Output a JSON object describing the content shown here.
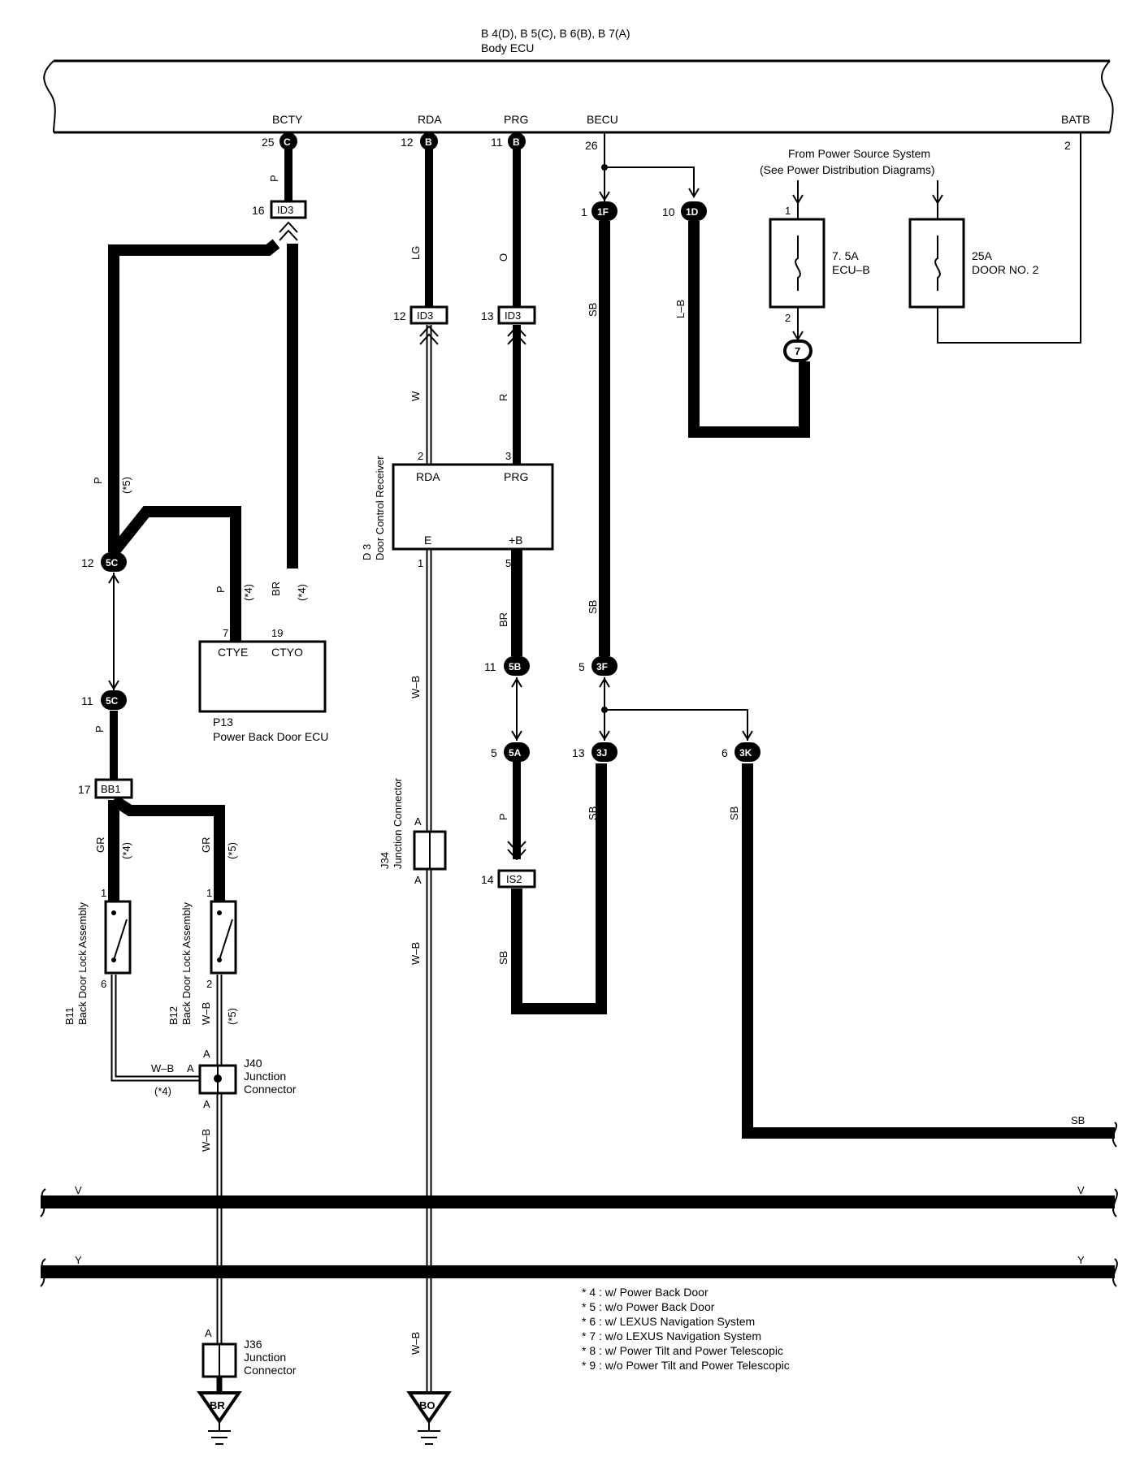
{
  "ecu": {
    "header": "B 4(D), B 5(C), B 6(B), B 7(A)",
    "name": "Body ECU",
    "terminals": {
      "bcty": "BCTY",
      "rda": "RDA",
      "prg": "PRG",
      "becu": "BECU",
      "batb": "BATB"
    },
    "pins": {
      "bcty": "25",
      "bcty_conn": "C",
      "rda": "12",
      "rda_conn": "B",
      "prg": "11",
      "prg_conn": "B",
      "becu": "26",
      "batb": "2"
    }
  },
  "power_source": {
    "line1": "From Power Source System",
    "line2": "(See Power Distribution Diagrams)"
  },
  "fuses": {
    "ecu_b_rating": "7. 5A",
    "ecu_b_name": "ECU–B",
    "ecu_b_pin_in": "1",
    "ecu_b_pin_out": "2",
    "door_rating": "25A",
    "door_name": "DOOR NO. 2"
  },
  "connectors": {
    "c1f": "1F",
    "c1f_pin": "1",
    "c1d": "1D",
    "c1d_pin": "10",
    "c7": "7",
    "id3_a": "ID3",
    "id3_a_pin": "16",
    "id3_b": "ID3",
    "id3_b_pin": "12",
    "id3_c": "ID3",
    "id3_c_pin": "13",
    "c5c_a": "5C",
    "c5c_a_pin": "12",
    "c5c_b": "5C",
    "c5c_b_pin": "11",
    "bb1": "BB1",
    "bb1_pin": "17",
    "c5b": "5B",
    "c5b_pin": "11",
    "c3f": "3F",
    "c3f_pin": "5",
    "c5a": "5A",
    "c5a_pin": "5",
    "c3j": "3J",
    "c3j_pin": "13",
    "c3k": "3K",
    "c3k_pin": "6",
    "is2": "IS2",
    "is2_pin": "14"
  },
  "wires": {
    "p1": "P",
    "lg": "LG",
    "o": "O",
    "sb1": "SB",
    "lb": "L–B",
    "w": "W",
    "r": "R",
    "p5": "P",
    "star5a": "(*5)",
    "p4": "P",
    "star4a": "(*4)",
    "br4": "BR",
    "star4b": "(*4)",
    "wb_d3": "W–B",
    "br_5b": "BR",
    "sb2": "SB",
    "p_5c": "P",
    "p_5a": "P",
    "sb3": "SB",
    "sb4": "SB",
    "gr1": "GR",
    "star4c": "(*4)",
    "gr2": "GR",
    "star5b": "(*5)",
    "wb_j34": "W–B",
    "sb5": "SB",
    "wb_b12": "W–B",
    "star5c": "(*5)",
    "wb_j40_in": "W–B",
    "star4d": "(*4)",
    "wb_j40_out": "W–B",
    "wb_bo": "W–B",
    "sb_right": "SB",
    "v_left": "V",
    "v_right": "V",
    "y_left": "Y",
    "y_right": "Y"
  },
  "components": {
    "d3_terms": {
      "rda": "RDA",
      "prg": "PRG",
      "e": "E",
      "b": "+B"
    },
    "d3_pins": {
      "rda": "2",
      "prg": "3",
      "e": "1",
      "b": "5"
    },
    "d3_code": "D 3",
    "d3_name": "Door Control Receiver",
    "p13_terms": {
      "ctye": "CTYE",
      "ctyo": "CTYO"
    },
    "p13_pins": {
      "ctye": "7",
      "ctyo": "19"
    },
    "p13_code": "P13",
    "p13_name": "Power Back Door ECU",
    "j34_code": "J34",
    "j34_name": "Junction Connector",
    "j34_pin_top": "A",
    "j34_pin_bot": "A",
    "b11_code": "B11",
    "b11_name": "Back Door Lock Assembly",
    "b11_pin_top": "1",
    "b11_pin_bot": "6",
    "b12_code": "B12",
    "b12_name": "Back Door Lock Assembly",
    "b12_pin_top": "1",
    "b12_pin_bot": "2",
    "j40_code": "J40",
    "j40_line1": "Junction",
    "j40_line2": "Connector",
    "j40_pin_top": "A",
    "j40_pin_left": "A",
    "j40_pin_bot": "A",
    "j36_code": "J36",
    "j36_line1": "Junction",
    "j36_line2": "Connector",
    "j36_pin": "A"
  },
  "grounds": {
    "br": "BR",
    "bo": "BO"
  },
  "notes": [
    "* 4 : w/ Power Back Door",
    "* 5 : w/o Power Back Door",
    "* 6 : w/ LEXUS Navigation System",
    "* 7 : w/o LEXUS Navigation System",
    "* 8 : w/ Power Tilt and Power Telescopic",
    "* 9 : w/o Power Tilt and Power Telescopic"
  ]
}
